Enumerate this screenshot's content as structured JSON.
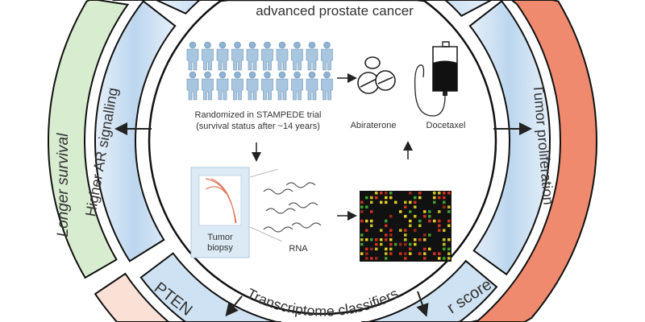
{
  "center": {
    "title": "advanced prostate cancer",
    "trial_label_line1": "Randomized in STAMPEDE trial",
    "trial_label_line2": "(survival status after ~14 years)",
    "drug1": "Abiraterone",
    "drug2": "Docetaxel",
    "biopsy_line1": "Tumor",
    "biopsy_line2": "biopsy",
    "rna": "RNA"
  },
  "ring": {
    "left_outer": "Longer survival",
    "left_inner": "Higher AR signalling",
    "right_inner": "Tumor proliferation",
    "bottom_left": "PTEN",
    "bottom_middle": "Transcriptome classifiers",
    "bottom_right": "r score"
  },
  "colors": {
    "blue": "#cfe2f3",
    "green": "#d8ecd0",
    "red": "#f08a6e",
    "salmon": "#fbe0d6"
  }
}
